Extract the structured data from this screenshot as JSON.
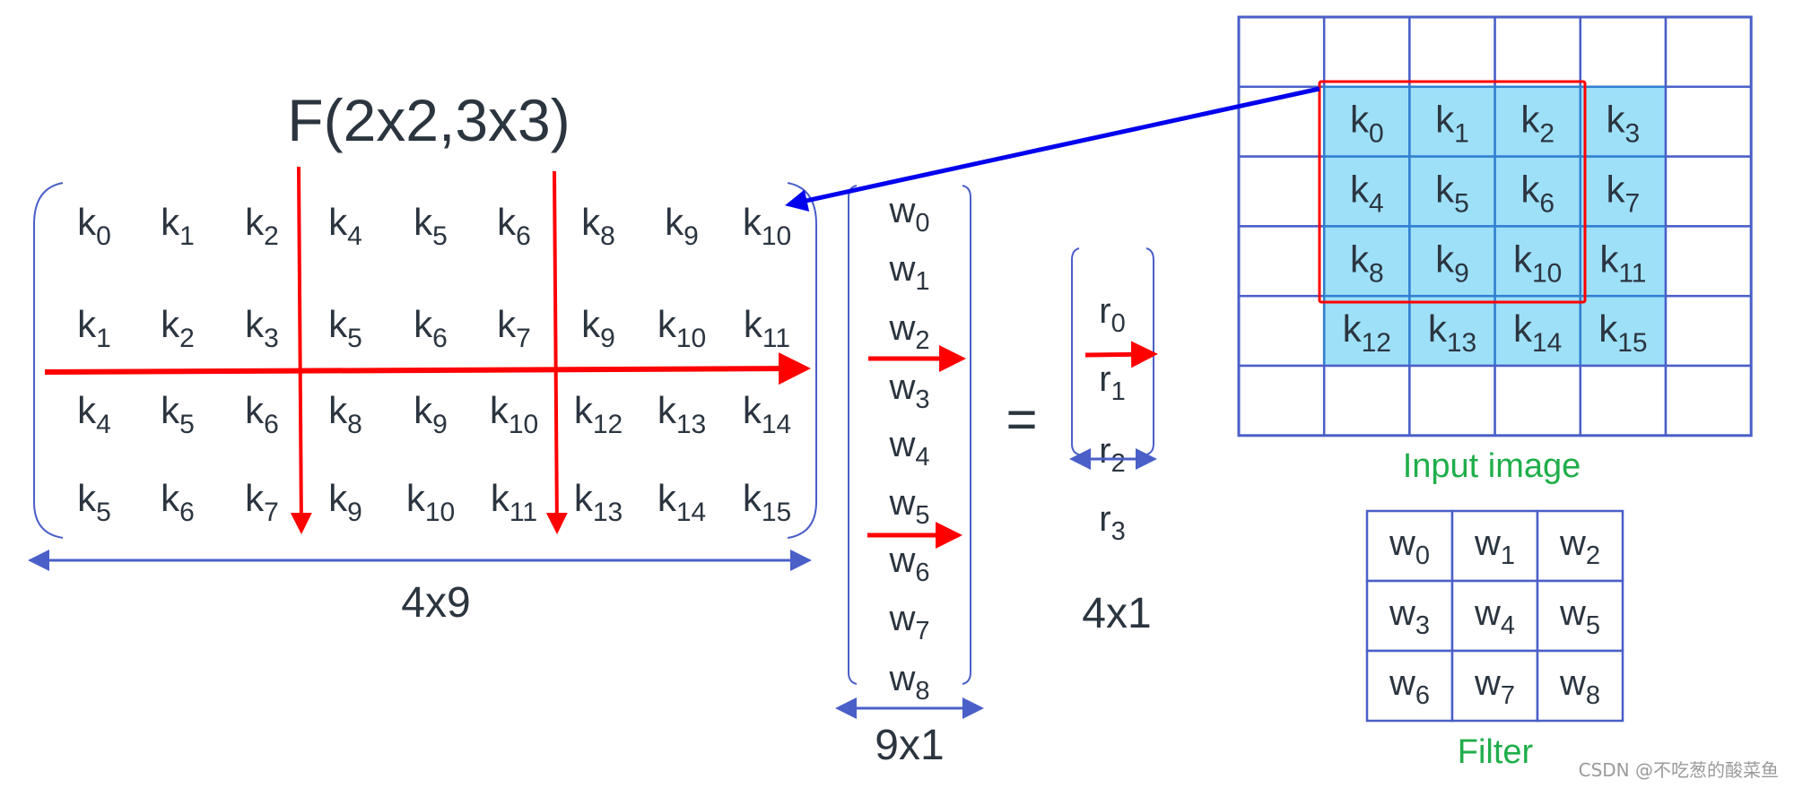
{
  "title": "F(2x2,3x3)",
  "matrix_4x9": {
    "rows": [
      [
        "0",
        "1",
        "2",
        "4",
        "5",
        "6",
        "8",
        "9",
        "10"
      ],
      [
        "1",
        "2",
        "3",
        "5",
        "6",
        "7",
        "9",
        "10",
        "11"
      ],
      [
        "4",
        "5",
        "6",
        "8",
        "9",
        "10",
        "12",
        "13",
        "14"
      ],
      [
        "5",
        "6",
        "7",
        "9",
        "10",
        "11",
        "13",
        "14",
        "15"
      ]
    ],
    "symbol": "k",
    "dim_label": "4x9"
  },
  "vector_w": {
    "symbol": "w",
    "items": [
      "0",
      "1",
      "2",
      "3",
      "4",
      "5",
      "6",
      "7",
      "8"
    ],
    "dim_label": "9x1"
  },
  "equals": "=",
  "vector_r": {
    "symbol": "r",
    "items": [
      "0",
      "1",
      "2",
      "3"
    ],
    "dim_label": "4x1"
  },
  "input_image": {
    "label": "Input image",
    "grid_size": 6,
    "cells": [
      [
        "",
        "",
        "",
        "",
        "",
        ""
      ],
      [
        "",
        "0",
        "1",
        "2",
        "3",
        ""
      ],
      [
        "",
        "4",
        "5",
        "6",
        "7",
        ""
      ],
      [
        "",
        "8",
        "9",
        "10",
        "11",
        ""
      ],
      [
        "",
        "12",
        "13",
        "14",
        "15",
        ""
      ],
      [
        "",
        "",
        "",
        "",
        "",
        ""
      ]
    ],
    "symbol": "k"
  },
  "filter": {
    "label": "Filter",
    "symbol": "w",
    "cells": [
      [
        "0",
        "1",
        "2"
      ],
      [
        "3",
        "4",
        "5"
      ],
      [
        "6",
        "7",
        "8"
      ]
    ]
  },
  "watermark": "CSDN @不吃葱的酸菜鱼",
  "colors": {
    "blue_lines": "#4a5fc8",
    "red": "#ff0000",
    "arrow_blue": "#0000ee",
    "cell_fill": "#9ee0f8",
    "label_green": "#1fae4a",
    "text": "#2b3540"
  }
}
